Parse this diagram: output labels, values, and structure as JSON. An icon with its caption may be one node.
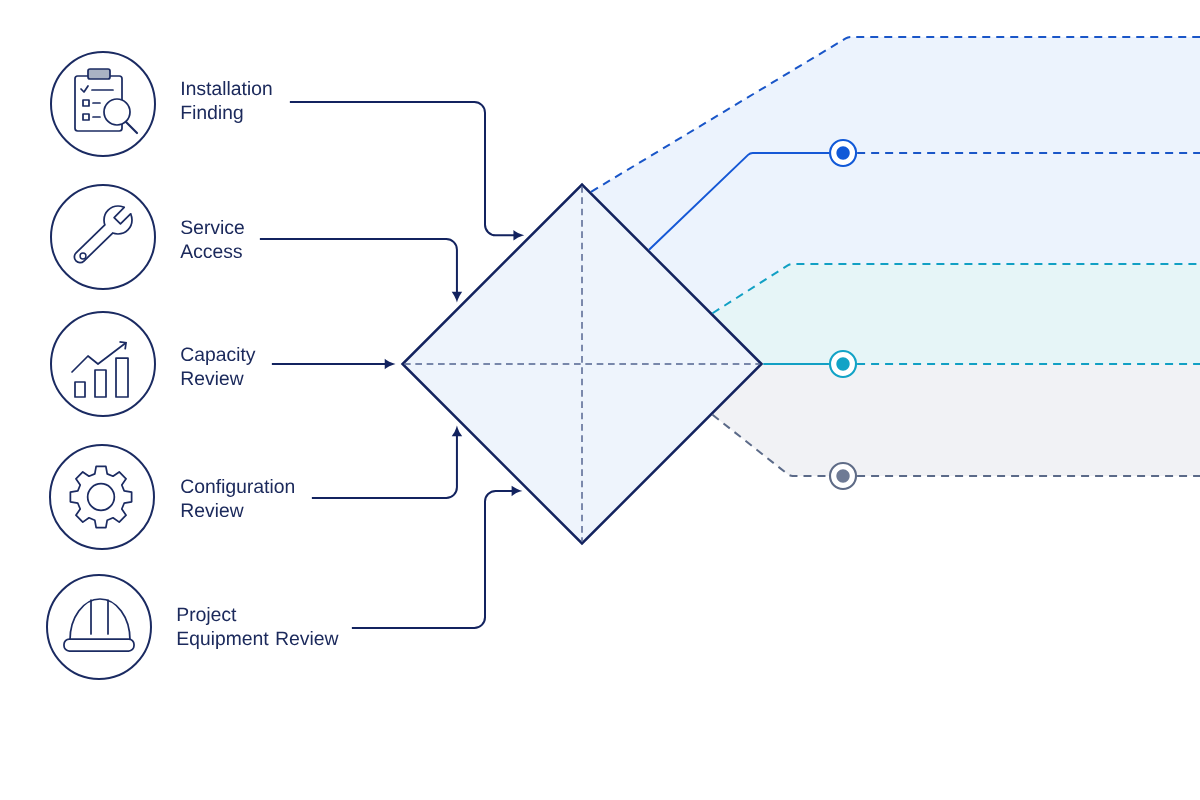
{
  "diagram": {
    "nodes": [
      {
        "text": [
          "Installation Finding"
        ]
      },
      {
        "text": [
          "Service Access"
        ]
      },
      {
        "text": [
          "Capacity Review"
        ]
      },
      {
        "text": [
          "Configuration Review"
        ]
      },
      {
        "text": [
          "Project Equipment Review"
        ]
      },
      {
        "text": [],
        "shape": "diamond"
      },
      {
        "text": [],
        "shape": "band"
      },
      {
        "text": [],
        "shape": "circle",
        "in": 6
      },
      {
        "text": [],
        "shape": "band"
      },
      {
        "text": [],
        "shape": "circle"
      },
      {
        "text": [],
        "shape": "band"
      },
      {
        "text": [],
        "shape": "circle"
      }
    ],
    "edges": [
      {
        "from": 0,
        "to": 5,
        "arrow": "to"
      },
      {
        "from": 1,
        "to": 5,
        "arrow": "to"
      },
      {
        "from": 2,
        "to": 5,
        "arrow": "to"
      },
      {
        "from": 3,
        "to": 5,
        "arrow": "to"
      },
      {
        "from": 4,
        "to": 5,
        "arrow": "to"
      },
      {
        "from": 5,
        "to": 6,
        "arrow": "none",
        "style": "dashed",
        "color": "#1a56c8"
      },
      {
        "from": 5,
        "to": 7,
        "arrow": "none",
        "color": "#1558d6"
      },
      {
        "from": 7,
        "to": 6,
        "arrow": "none",
        "style": "dashed",
        "color": "#1a56c8"
      },
      {
        "from": 5,
        "to": 8,
        "arrow": "none",
        "style": "dashed",
        "color": "#12a0c4"
      },
      {
        "from": 5,
        "to": 9,
        "arrow": "none",
        "color": "#12a0c4"
      },
      {
        "from": 9,
        "to": 8,
        "arrow": "none",
        "style": "dashed",
        "color": "#12a0c4"
      },
      {
        "from": 5,
        "to": 11,
        "arrow": "none",
        "style": "dashed",
        "color": "#5b6a88"
      },
      {
        "from": 11,
        "to": 10,
        "arrow": "none",
        "style": "dashed",
        "color": "#5b6a88"
      }
    ]
  }
}
